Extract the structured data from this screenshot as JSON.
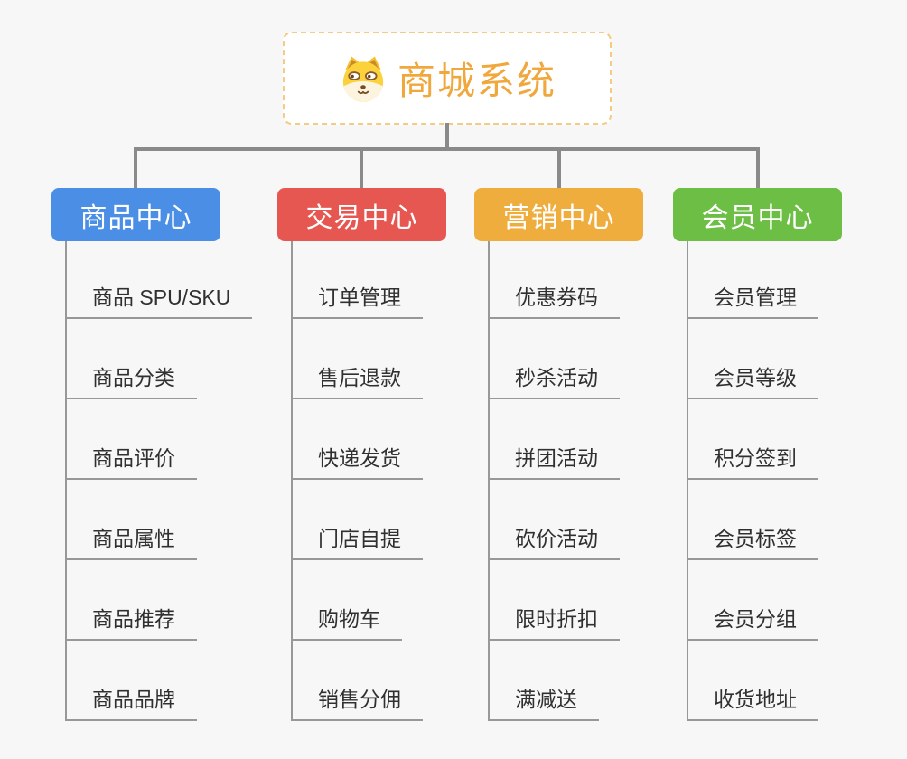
{
  "root": {
    "title": "商城系统",
    "icon": "shiba-dog-icon",
    "title_color": "#F0A73C",
    "border_color": "#F4CB84"
  },
  "connector_color": "#8A8A8A",
  "branches": [
    {
      "label": "商品中心",
      "color": "#4A8EE6",
      "children": [
        "商品 SPU/SKU",
        "商品分类",
        "商品评价",
        "商品属性",
        "商品推荐",
        "商品品牌"
      ]
    },
    {
      "label": "交易中心",
      "color": "#E65751",
      "children": [
        "订单管理",
        "售后退款",
        "快递发货",
        "门店自提",
        "购物车",
        "销售分佣"
      ]
    },
    {
      "label": "营销中心",
      "color": "#EFAD3E",
      "children": [
        "优惠券码",
        "秒杀活动",
        "拼团活动",
        "砍价活动",
        "限时折扣",
        "满减送"
      ]
    },
    {
      "label": "会员中心",
      "color": "#6DBE44",
      "children": [
        "会员管理",
        "会员等级",
        "积分签到",
        "会员标签",
        "会员分组",
        "收货地址"
      ]
    }
  ]
}
